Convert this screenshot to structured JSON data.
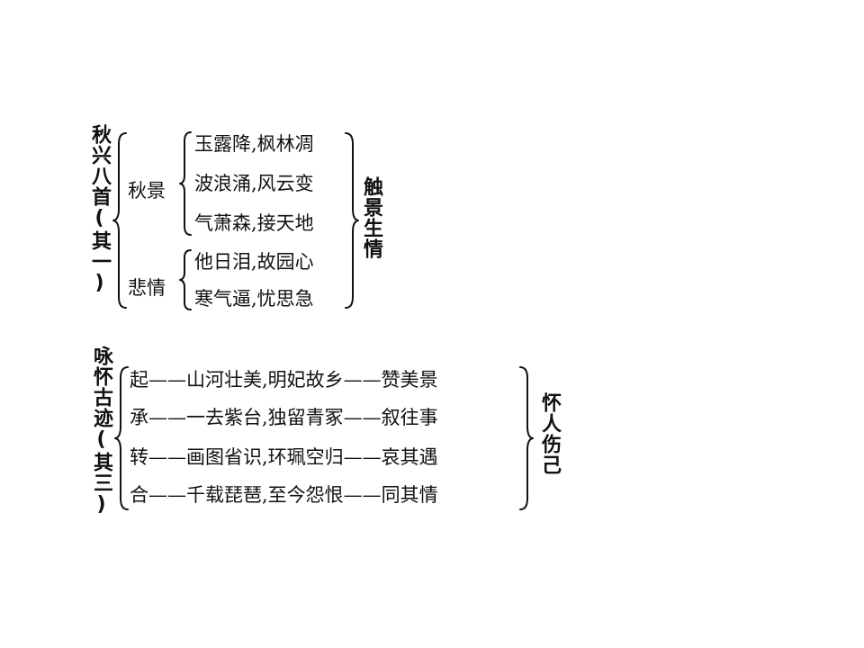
{
  "poem1": {
    "title": "秋兴八首(其一)",
    "group_autumn_scene": {
      "label": "秋景",
      "lines": [
        "玉露降,枫林凋",
        "波浪涌,风云变",
        "气萧森,接天地"
      ]
    },
    "group_sad_feeling": {
      "label": "悲情",
      "lines": [
        "他日泪,故园心",
        "寒气逼,忧思急"
      ]
    },
    "summary": "触景生情"
  },
  "poem2": {
    "title": "咏怀古迹(其三)",
    "lines": [
      "起——山河壮美,明妃故乡——赞美景",
      "承——一去紫台,独留青冢——叙往事",
      "转——画图省识,环珮空归——哀其遇",
      "合——千载琵琶,至今怨恨——同其情"
    ],
    "summary": "怀人伤己"
  }
}
